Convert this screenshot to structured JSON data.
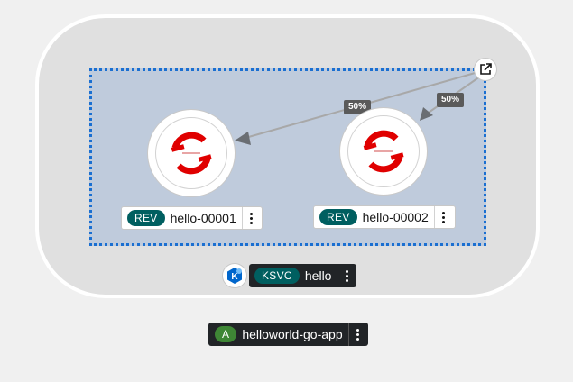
{
  "colors": {
    "canvas": "#f0f0f0",
    "group": "#e0e0e0",
    "revision_area": "#bfcbdc",
    "dashed_border": "#1a6fd1",
    "rev_badge": "#005f60",
    "ksvc_badge": "#005f60",
    "app_badge": "#3e8635",
    "openshift_red": "#e00000",
    "dark_label": "#212427"
  },
  "revisions": [
    {
      "badge": "REV",
      "name": "hello-00001",
      "traffic": "50%",
      "icon": "openshift-icon"
    },
    {
      "badge": "REV",
      "name": "hello-00002",
      "traffic": "50%",
      "icon": "openshift-icon"
    }
  ],
  "service": {
    "badge": "KSVC",
    "name": "hello",
    "icon": "knative-icon"
  },
  "application": {
    "badge": "A",
    "name": "helloworld-go-app"
  },
  "open_url_icon": "external-link-icon",
  "menu_icon": "kebab-icon"
}
